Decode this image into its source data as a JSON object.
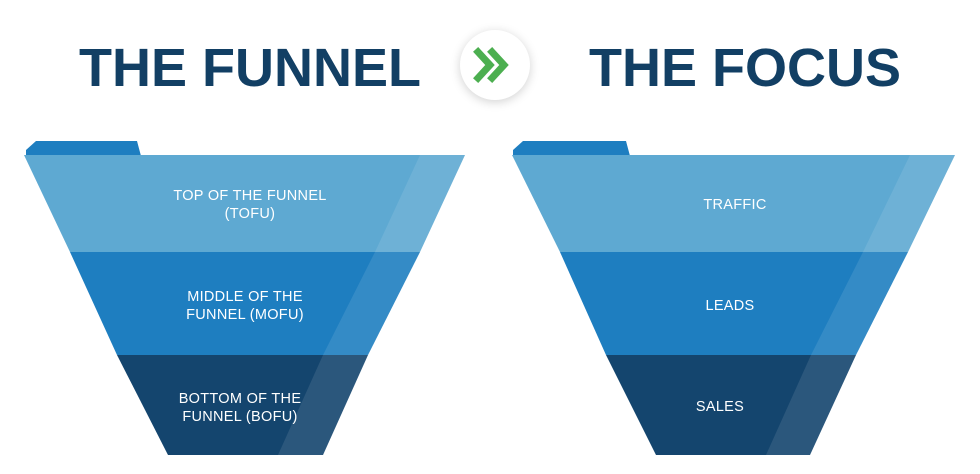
{
  "header": {
    "left_title": "THE FUNNEL",
    "right_title": "THE FOCUS",
    "arrow_icon": "double-chevron-right-icon"
  },
  "funnel": {
    "stages": [
      {
        "label": "TOP OF THE FUNNEL\n(TOFU)"
      },
      {
        "label": "MIDDLE OF THE\nFUNNEL (MOFU)"
      },
      {
        "label": "BOTTOM OF THE\nFUNNEL (BOFU)"
      }
    ]
  },
  "focus": {
    "stages": [
      {
        "label": "TRAFFIC"
      },
      {
        "label": "LEADS"
      },
      {
        "label": "SALES"
      }
    ]
  },
  "colors": {
    "title": "#123f64",
    "top": "#5ea9d2",
    "middle": "#1e7ec0",
    "bottom": "#14456e",
    "tab": "#1e7ec0",
    "arrow": "#4caf50"
  }
}
